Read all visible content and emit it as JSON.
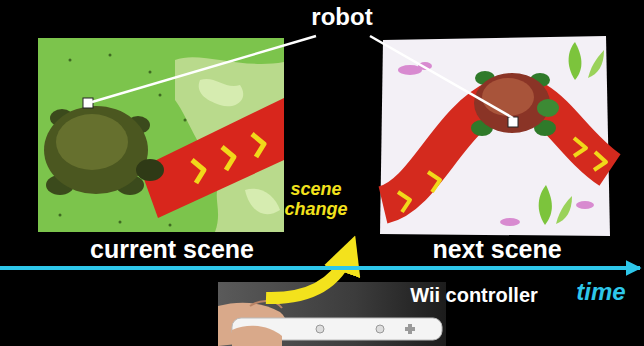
{
  "diagram": {
    "labels": [
      "robot",
      "current scene",
      "scene change",
      "next scene",
      "Wii controller",
      "time"
    ]
  }
}
